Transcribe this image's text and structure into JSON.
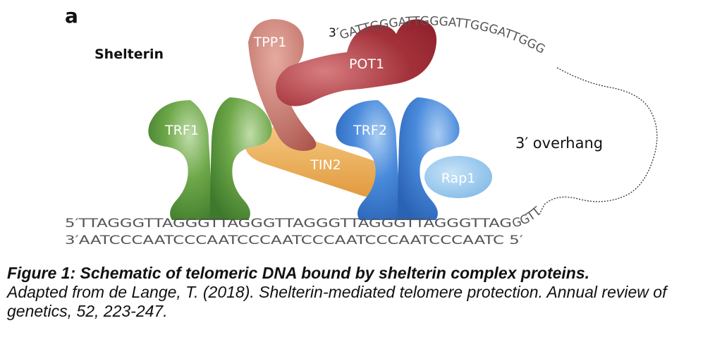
{
  "panel_letter": "a",
  "complex_name": "Shelterin",
  "proteins": {
    "trf1": "TRF1",
    "trf2": "TRF2",
    "tin2": "TIN2",
    "tpp1": "TPP1",
    "pot1": "POT1",
    "rap1": "Rap1"
  },
  "dna": {
    "top_prefix": "5′",
    "top_strand": "TTAGGGTTAGGGTTAGGGTTAGGGTTAGGGTTAGGGTTAG",
    "overhang_tail": "GGTT",
    "bottom_prefix": "3′",
    "bottom_strand": "AATCCCAATCCCAATCCCAATCCCAATCCCAATCCCAATC",
    "bottom_suffix": " 5′",
    "single_strand_prefix": "3′",
    "single_strand": "GATTGGGATTGGGATTGGGATTGGG",
    "overhang_label": "3′ overhang"
  },
  "colors": {
    "trf1": "#5f9a3c",
    "trf2": "#3f7fcf",
    "tin2": "#e9a955",
    "tpp1": "#b8675e",
    "pot1": "#a3313a",
    "rap1": "#8ec3eb"
  },
  "caption": {
    "title": "Figure 1: Schematic of telomeric DNA bound by shelterin complex proteins.",
    "body": "Adapted from de Lange, T. (2018). Shelterin-mediated telomere protection. Annual review of genetics, 52, 223-247."
  }
}
